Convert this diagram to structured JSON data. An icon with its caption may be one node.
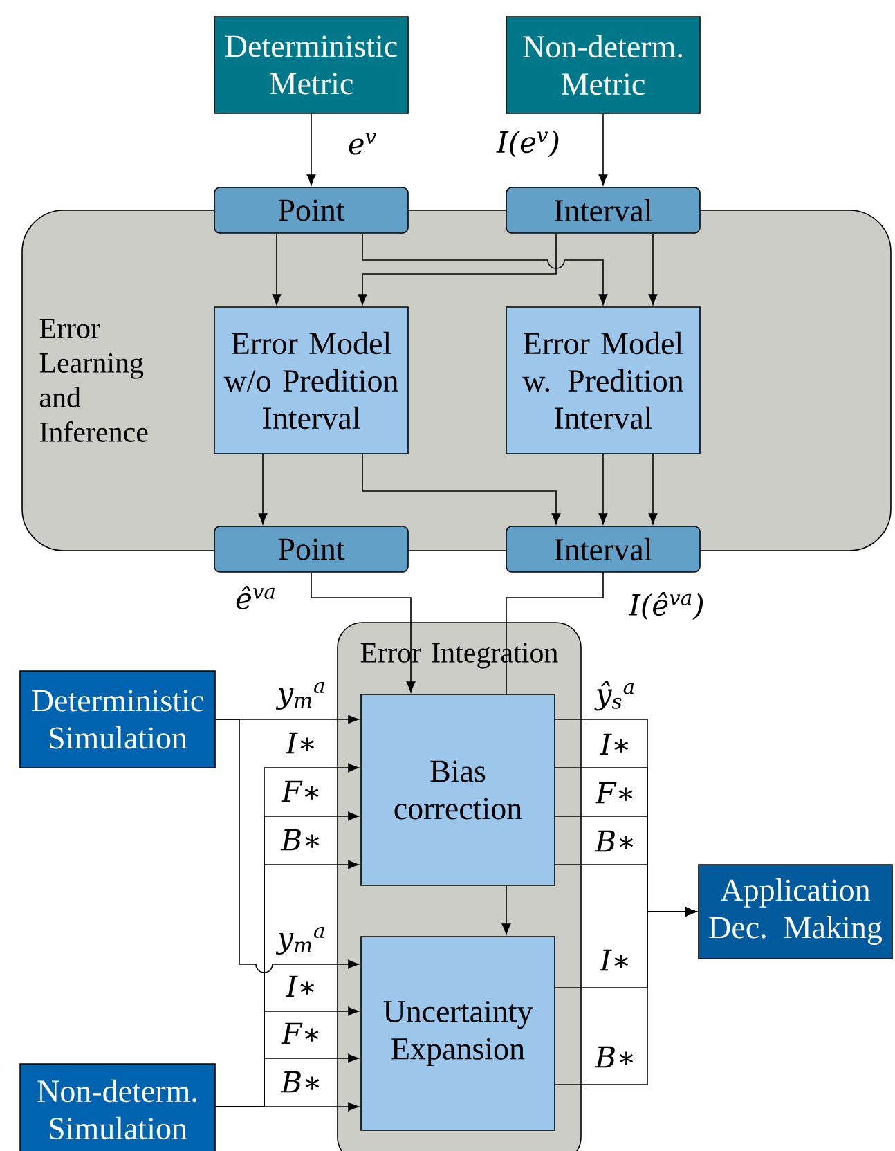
{
  "diagram": {
    "nodes": [
      {
        "text": [
          "Deterministic Metric"
        ]
      },
      {
        "text": [
          "Non-determ. Metric"
        ]
      },
      {
        "text": [
          "Error Learning and Inference"
        ]
      },
      {
        "text": [
          "Point"
        ]
      },
      {
        "text": [
          "Interval"
        ]
      },
      {
        "text": [
          "Error Model w/o Predition Interval"
        ],
        "in": 2
      },
      {
        "text": [
          "Error Model w. Predition Interval"
        ],
        "in": 2
      },
      {
        "text": [
          "Point"
        ]
      },
      {
        "text": [
          "Interval"
        ]
      },
      {
        "text": [
          "Error Integration"
        ]
      },
      {
        "text": [
          "Deterministic Simulation"
        ]
      },
      {
        "text": [
          "Bias correction"
        ],
        "in": 9
      },
      {
        "text": [
          "Uncertainty Expansion"
        ],
        "in": 9
      },
      {
        "text": [
          "Application Dec. Making"
        ]
      },
      {
        "text": [
          "Non-determ. Simulation"
        ]
      }
    ],
    "edges": [
      {
        "from": 0,
        "to": 3,
        "arrow": "to",
        "label": "e$^{v}$"
      },
      {
        "from": 1,
        "to": 4,
        "arrow": "to",
        "label": "I(e$^{v}$)"
      },
      {
        "from": 3,
        "to": 5,
        "arrow": "to"
      },
      {
        "from": 3,
        "to": 6,
        "arrow": "to"
      },
      {
        "from": 4,
        "to": 5,
        "arrow": "to"
      },
      {
        "from": 4,
        "to": 6,
        "arrow": "to"
      },
      {
        "from": 5,
        "to": 7,
        "arrow": "to"
      },
      {
        "from": 5,
        "to": 8,
        "arrow": "to"
      },
      {
        "from": 6,
        "to": 8,
        "arrow": "to"
      },
      {
        "from": 6,
        "to": 8,
        "arrow": "to"
      },
      {
        "from": 7,
        "to": 11,
        "arrow": "to",
        "label": "ê$^{va}$"
      },
      {
        "from": 8,
        "to": 11,
        "arrow": "none",
        "label": "I(ê$^{va}$)"
      },
      {
        "from": 10,
        "to": 11,
        "arrow": "to",
        "label": "y$_{m}$$^{a}$"
      },
      {
        "from": 10,
        "to": 12,
        "arrow": "to",
        "label": "y$_{m}$$^{a}$"
      },
      {
        "from": 14,
        "to": 11,
        "arrow": "to",
        "label": "I∗"
      },
      {
        "from": 14,
        "to": 11,
        "arrow": "to",
        "label": "F∗"
      },
      {
        "from": 14,
        "to": 11,
        "arrow": "to",
        "label": "B∗"
      },
      {
        "from": 14,
        "to": 12,
        "arrow": "to",
        "label": "I∗"
      },
      {
        "from": 14,
        "to": 12,
        "arrow": "to",
        "label": "F∗"
      },
      {
        "from": 14,
        "to": 12,
        "arrow": "to",
        "label": "B∗"
      },
      {
        "from": 11,
        "to": 12,
        "arrow": "to"
      },
      {
        "from": 11,
        "to": 13,
        "arrow": "to",
        "label": "ŷ$_{s}$$^{a}$"
      },
      {
        "from": 11,
        "to": 13,
        "arrow": "to",
        "label": "I∗"
      },
      {
        "from": 11,
        "to": 13,
        "arrow": "to",
        "label": "F∗"
      },
      {
        "from": 11,
        "to": 13,
        "arrow": "to",
        "label": "B∗"
      },
      {
        "from": 12,
        "to": 13,
        "arrow": "to",
        "label": "I∗"
      },
      {
        "from": 12,
        "to": 13,
        "arrow": "to",
        "label": "B∗"
      }
    ]
  }
}
